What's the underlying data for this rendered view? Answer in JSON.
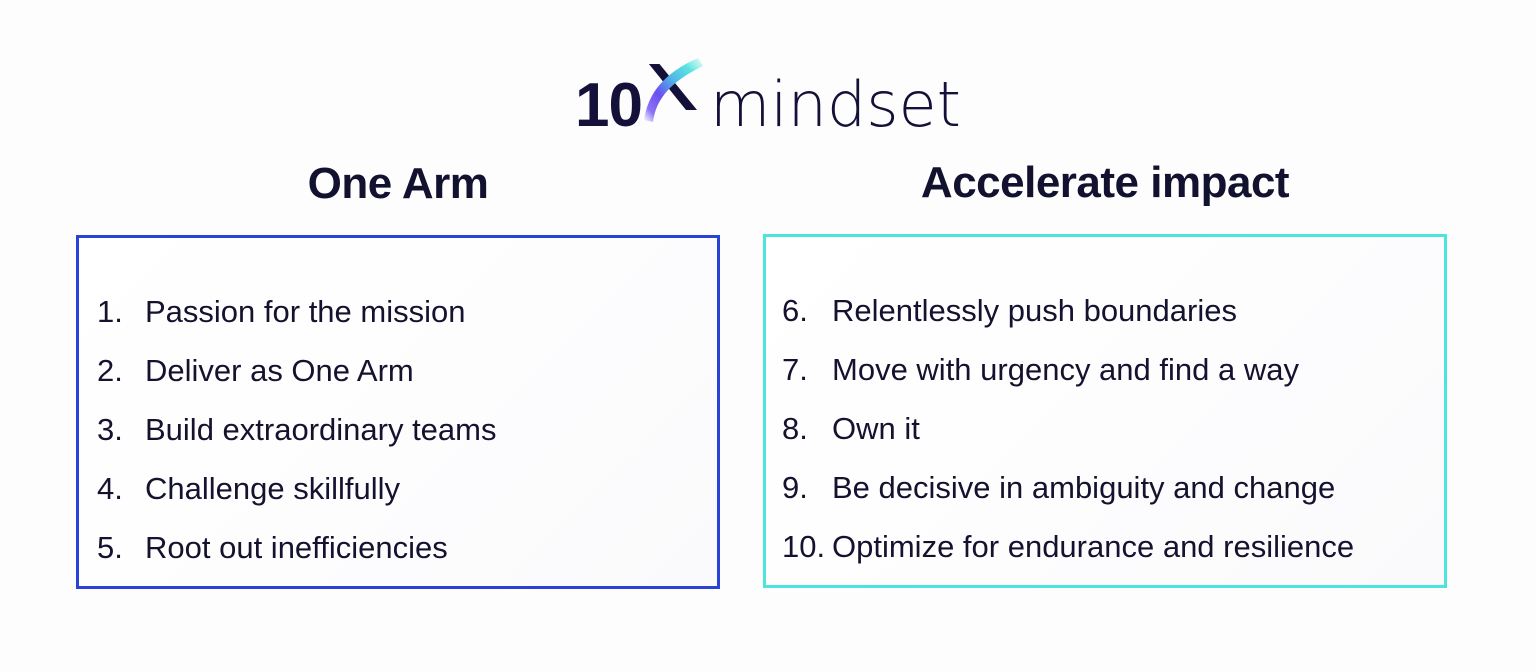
{
  "page": {
    "background_color": "#fdfdfd",
    "text_color": "#14122e"
  },
  "logo": {
    "name": "10x-mindset-logo",
    "prefix": "10",
    "mark": "x",
    "word": "mindset",
    "full_text": "10x mindset",
    "prefix_color": "#13113a",
    "word_color": "#13113a",
    "mark_gradient_from": "#5ce5e0",
    "mark_gradient_to": "#6f4df0"
  },
  "columns": [
    {
      "id": "one-arm",
      "heading": "One Arm",
      "accent_color": "#2943d8",
      "items": [
        {
          "number": "1.",
          "label": "Passion for the mission"
        },
        {
          "number": "2.",
          "label": "Deliver as One Arm"
        },
        {
          "number": "3.",
          "label": "Build extraordinary teams"
        },
        {
          "number": "4.",
          "label": "Challenge skillfully"
        },
        {
          "number": "5.",
          "label": "Root out inefficiencies"
        }
      ]
    },
    {
      "id": "accelerate-impact",
      "heading": "Accelerate impact",
      "accent_color": "#4fe3dd",
      "items": [
        {
          "number": "6.",
          "label": "Relentlessly push boundaries"
        },
        {
          "number": "7.",
          "label": "Move with urgency and find a way"
        },
        {
          "number": "8.",
          "label": "Own it"
        },
        {
          "number": "9.",
          "label": "Be decisive in ambiguity and change"
        },
        {
          "number": "10.",
          "label": "Optimize for endurance and resilience"
        }
      ]
    }
  ]
}
